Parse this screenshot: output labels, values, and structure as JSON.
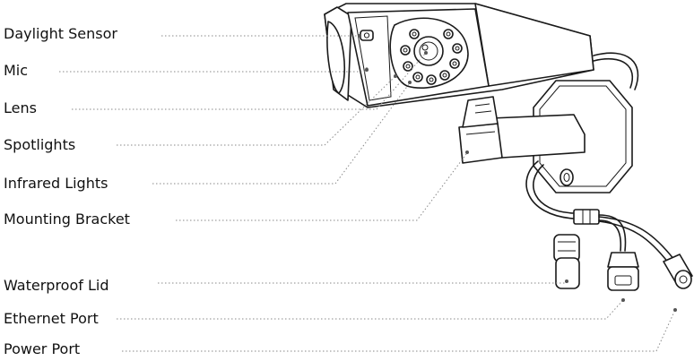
{
  "labels": {
    "daylight_sensor": "Daylight Sensor",
    "mic": "Mic",
    "lens": "Lens",
    "spotlights": "Spotlights",
    "infrared_lights": "Infrared Lights",
    "mounting_bracket": "Mounting Bracket",
    "waterproof_lid": "Waterproof Lid",
    "ethernet_port": "Ethernet Port",
    "power_port": "Power Port"
  },
  "colors": {
    "line": "#1a1a1a",
    "leader": "#8a8a8a",
    "text": "#111111"
  }
}
